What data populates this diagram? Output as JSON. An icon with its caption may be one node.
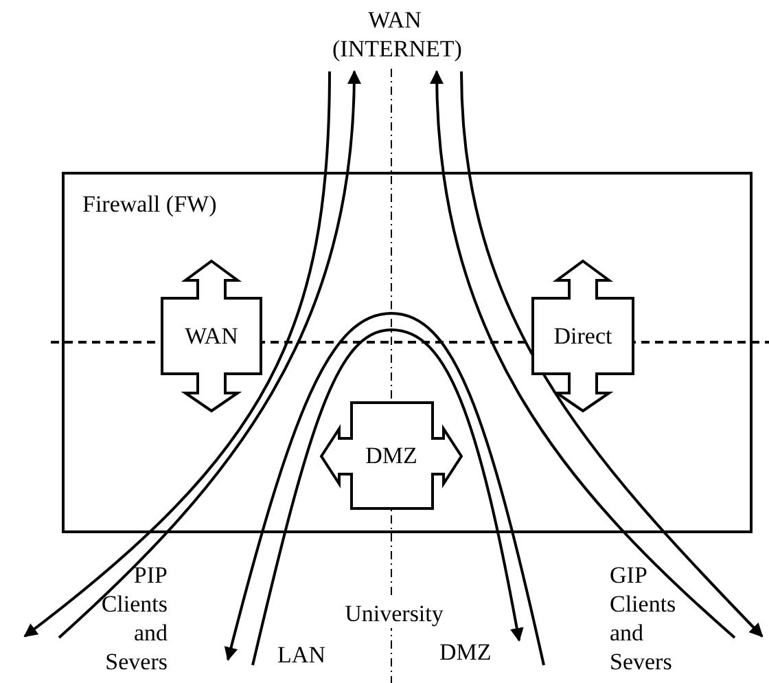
{
  "diagram": {
    "nodes": [
      {
        "text": [
          "WAN (INTERNET)"
        ]
      },
      {
        "text": [
          "Firewall (FW)"
        ]
      },
      {
        "text": [
          "WAN"
        ],
        "in": 1
      },
      {
        "text": [
          "Direct"
        ],
        "in": 1
      },
      {
        "text": [
          "DMZ"
        ],
        "in": 1
      },
      {
        "text": [
          "PIP Clients and Severs"
        ]
      },
      {
        "text": [
          "LAN"
        ]
      },
      {
        "text": [
          "DMZ"
        ]
      },
      {
        "text": [
          "GIP Clients and Severs"
        ]
      }
    ],
    "edges": [
      {
        "from": 0,
        "to": 5,
        "arrow": "to"
      },
      {
        "from": 5,
        "to": 0,
        "arrow": "to"
      },
      {
        "from": 7,
        "to": 6,
        "arrow": "to"
      },
      {
        "from": 6,
        "to": 7,
        "arrow": "to"
      },
      {
        "from": 8,
        "to": 0,
        "arrow": "to"
      },
      {
        "from": 0,
        "to": 8,
        "arrow": "to"
      }
    ],
    "labels": [
      "University"
    ]
  }
}
